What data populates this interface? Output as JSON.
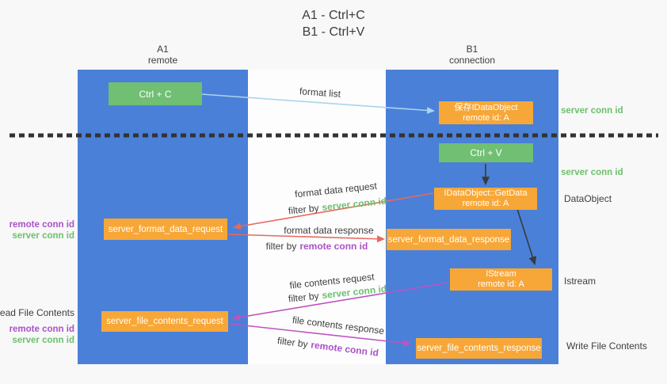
{
  "title": {
    "line1": "A1 - Ctrl+C",
    "line2": "B1 - Ctrl+V"
  },
  "palette": {
    "bg": "#f8f8f8",
    "panel": "#fdfdfd",
    "column-blue": "#4a80d8",
    "node-green": "#70bf73",
    "node-orange": "#f7a737",
    "arrow-red": "#e8685f",
    "arrow-purple": "#bd53c2",
    "arrow-lightblue": "#a9d3ee",
    "arrow-black": "#3a3a3a",
    "text-green": "#6cc06e",
    "text-purple": "#ab51c8",
    "ink": "#3d3d3d"
  },
  "columns": {
    "left": {
      "name": "A1",
      "role": "remote"
    },
    "right": {
      "name": "B1",
      "role": "connection"
    }
  },
  "nodes": {
    "ctrl_c": "Ctrl + C",
    "ctrl_v": "Ctrl + V",
    "save_dataobject": {
      "line1": "保存IDataObject",
      "line2": "remote id: A"
    },
    "getdata": {
      "line1": "IDataObject::GetData",
      "line2": "remote id: A"
    },
    "istream": {
      "line1": "IStream",
      "line2": "remote id: A"
    },
    "format_data_request": "server_format_data_request",
    "format_data_response": "server_format_data_response",
    "file_contents_request": "server_file_contents_request",
    "file_contents_response": "server_file_contents_response"
  },
  "messages": {
    "format_list": "format list",
    "format_data_request": {
      "title": "format data request",
      "filter_prefix": "filter by",
      "filter_key": "server conn id"
    },
    "format_data_response": {
      "title": "format data response",
      "filter_prefix": "filter by",
      "filter_key": "remote conn id"
    },
    "file_contents_request": {
      "title": "file contents request",
      "filter_prefix": "filter by",
      "filter_key": "server conn id"
    },
    "file_contents_response": {
      "title": "file contents response",
      "filter_prefix": "filter by",
      "filter_key": "remote conn id"
    }
  },
  "side_labels": {
    "server_conn_top_right": "server conn id",
    "server_conn_mid_right": "server conn id",
    "dataobject": "DataObject",
    "istream": "Istream",
    "write_file_contents": "Write File Contents",
    "read_file_contents": "Read File Contents",
    "remote_conn_mid_left": "remote conn id",
    "server_conn_mid_left": "server conn id",
    "remote_conn_bottom_left": "remote conn id",
    "server_conn_bottom_left": "server conn id"
  }
}
